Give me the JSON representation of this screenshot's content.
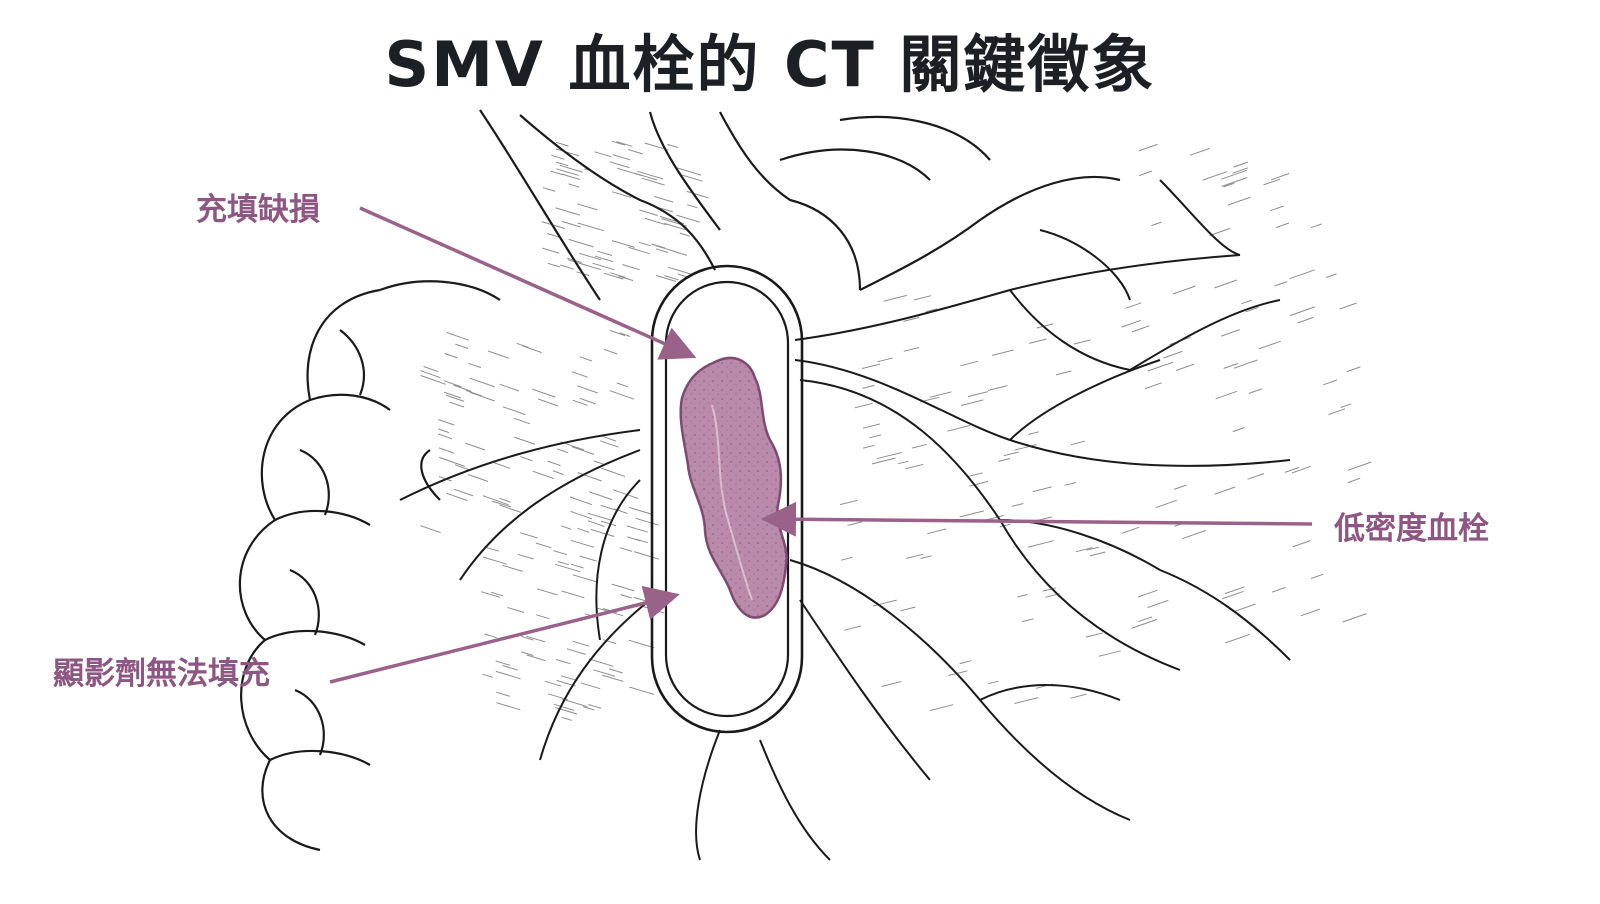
{
  "title": "SMV 血栓的 CT 關鍵徵象",
  "labels": {
    "filling_defect": "充填缺損",
    "low_density_thrombus": "低密度血栓",
    "no_contrast_filling": "顯影劑無法填充"
  },
  "colors": {
    "title": "#1c1f24",
    "label": "#8e5682",
    "arrow": "#9a6189",
    "thrombus_fill": "#b98aaa",
    "thrombus_edge": "#7e4a70",
    "line": "#1a1a1a"
  }
}
